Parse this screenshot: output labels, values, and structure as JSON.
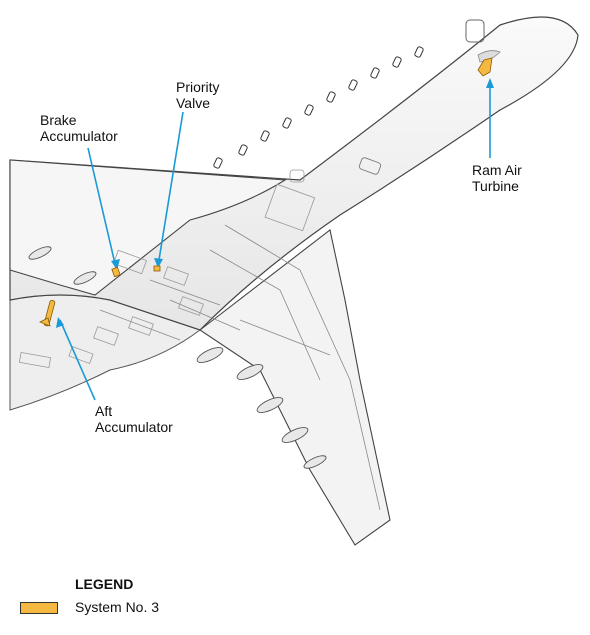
{
  "labels": {
    "priority_valve": "Priority\nValve",
    "brake_accumulator": "Brake\nAccumulator",
    "ram_air_turbine": "Ram Air\nTurbine",
    "aft_accumulator": "Aft\nAccumulator"
  },
  "legend": {
    "title": "LEGEND",
    "items": [
      {
        "label": "System No. 3",
        "color": "#f5b942"
      }
    ]
  },
  "colors": {
    "leader_line": "#1a9ad6",
    "component": "#e8a52a",
    "outline": "#444444",
    "fill": "#f4f4f4"
  }
}
